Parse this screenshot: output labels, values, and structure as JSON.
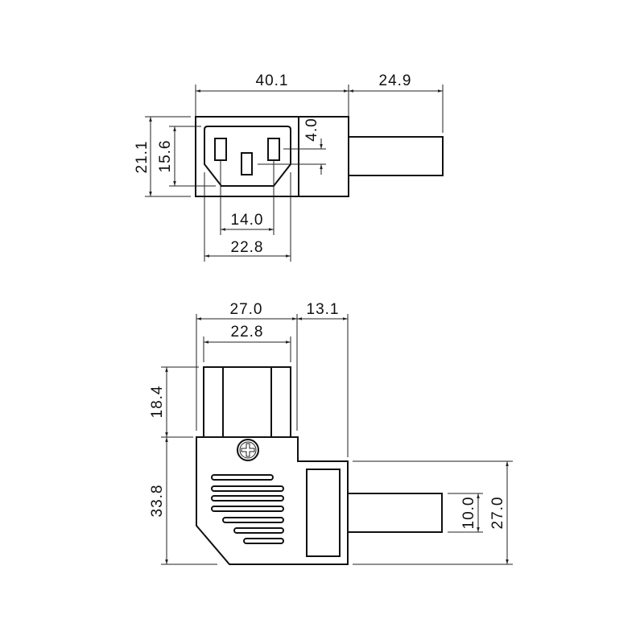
{
  "top_view": {
    "dimensions": {
      "body_length": "40.1",
      "cable_length": "24.9",
      "body_height": "21.1",
      "socket_height": "15.6",
      "pin_offset": "4.0",
      "pin_spacing": "14.0",
      "socket_width": "22.8"
    }
  },
  "side_view": {
    "dimensions": {
      "body_width": "27.0",
      "cable_offset": "13.1",
      "socket_width": "22.8",
      "socket_depth": "18.4",
      "body_height": "33.8",
      "cable_diameter": "10.0",
      "cable_housing_height": "27.0"
    }
  },
  "colors": {
    "line": "#111111",
    "background": "#ffffff"
  }
}
